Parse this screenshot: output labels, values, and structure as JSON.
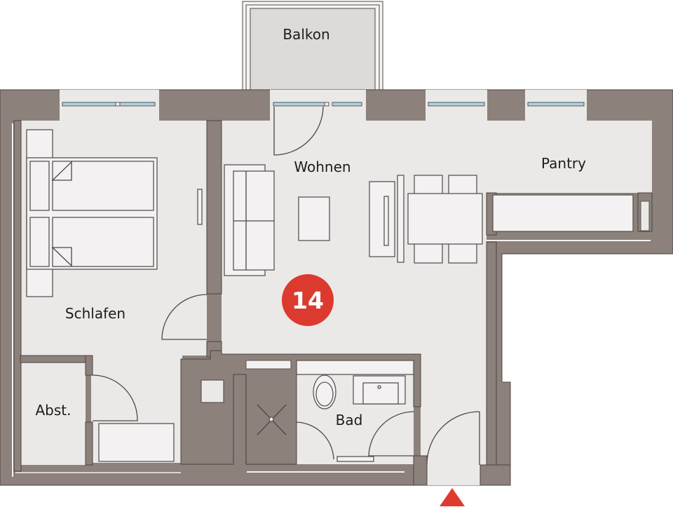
{
  "plan": {
    "unit_number": "14",
    "colors": {
      "wall": "#8c817b",
      "floor": "#ebe9e8",
      "furniture": "#f3f1f1",
      "window_glass": "#a9d3e3",
      "badge": "#dc3a2f",
      "entry_marker": "#e03a2e"
    },
    "rooms": [
      {
        "id": "balkon",
        "label": "Balkon"
      },
      {
        "id": "wohnen",
        "label": "Wohnen"
      },
      {
        "id": "pantry",
        "label": "Pantry"
      },
      {
        "id": "schlafen",
        "label": "Schlafen"
      },
      {
        "id": "abstellraum",
        "label": "Abst."
      },
      {
        "id": "bad",
        "label": "Bad"
      }
    ],
    "entrance": {
      "marker": "triangle-up"
    }
  }
}
